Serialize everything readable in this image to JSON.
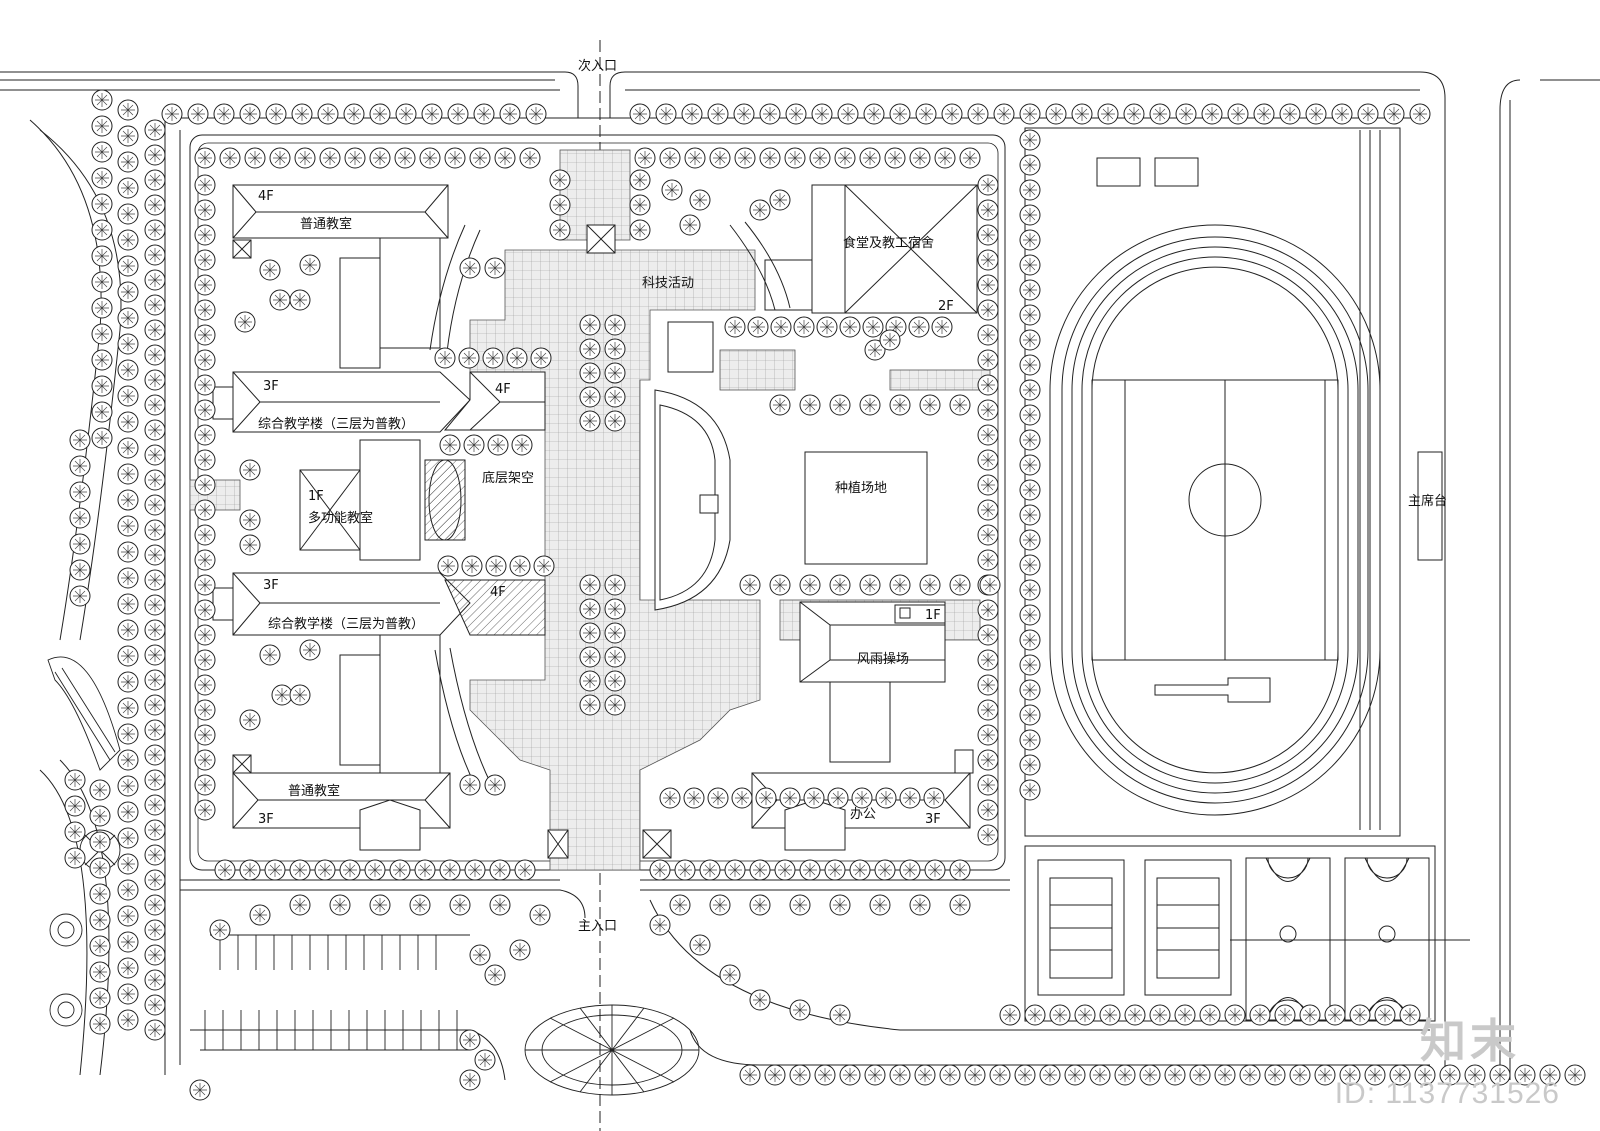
{
  "labels": {
    "secondary_entrance": "次入口",
    "main_entrance": "主入口",
    "classroom_top": "普通教室",
    "classroom_top_floor": "4F",
    "classroom_bottom": "普通教室",
    "classroom_bottom_floor": "3F",
    "teaching_1": "综合教学楼（三层为普教）",
    "teaching_1_floor": "3F",
    "teaching_1_wing_floor": "4F",
    "teaching_2": "综合教学楼（三层为普教）",
    "teaching_2_floor": "3F",
    "teaching_2_wing_floor": "4F",
    "multi_room": "多功能教室",
    "multi_room_floor": "1F",
    "pilotis": "底层架空",
    "tech_activity": "科技活动",
    "canteen": "食堂及教工宿舍",
    "canteen_floor": "2F",
    "planting": "种植场地",
    "covered_playground": "风雨操场",
    "covered_playground_floor": "1F",
    "office": "办公",
    "office_floor": "3F",
    "grandstand": "主席台"
  },
  "watermark": {
    "logo": "知末",
    "id": "ID: 1137731526"
  },
  "colors": {
    "line": "#222222",
    "paving": "#eeeeee",
    "watermark": "#c9c9c9"
  }
}
